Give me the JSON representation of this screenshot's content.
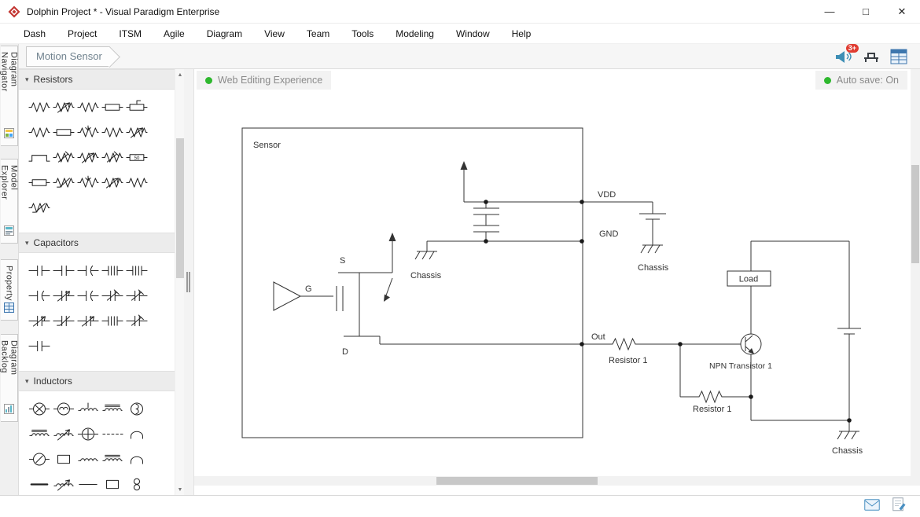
{
  "window": {
    "title": "Dolphin Project * - Visual Paradigm Enterprise",
    "controls": {
      "minimize": "—",
      "maximize": "□",
      "close": "✕"
    }
  },
  "menu": {
    "items": [
      "Dash",
      "Project",
      "ITSM",
      "Agile",
      "Diagram",
      "View",
      "Team",
      "Tools",
      "Modeling",
      "Window",
      "Help"
    ]
  },
  "breadcrumb": {
    "active_tab": "Motion Sensor"
  },
  "header_icons": {
    "announcement_badge": "3+"
  },
  "dock_tabs": [
    {
      "label": "Diagram Navigator"
    },
    {
      "label": "Model Explorer"
    },
    {
      "label": "Property"
    },
    {
      "label": "Diagram Backlog"
    }
  ],
  "palette": {
    "sections": [
      {
        "label": "Resistors",
        "icons": [
          "resistor",
          "resistor-variable",
          "resistor-low-value",
          "resistor-box",
          "resistor-box-tapped",
          "resistor-wirewound",
          "resistor-box-2",
          "resistor-potentiometer",
          "resistor-general-2",
          "resistor-variable-2",
          "resistor-shunt",
          "resistor-preset",
          "resistor-adjustable",
          "resistor-trimmer",
          "resistor-box-50",
          "resistor-box-3",
          "resistor-thermistor",
          "resistor-tapped",
          "resistor-variable-3",
          "resistor-wirewound-2",
          "resistor-thermistor-2"
        ]
      },
      {
        "label": "Capacitors",
        "icons": [
          "capacitor",
          "capacitor-2",
          "capacitor-polarized",
          "capacitor-multiplate",
          "capacitor-feedthrough",
          "capacitor-electrolytic",
          "capacitor-variable",
          "capacitor-polarized-2",
          "capacitor-trimmer-vertical",
          "capacitor-trimmer",
          "capacitor-variable-2",
          "capacitor-temperature",
          "capacitor-differential",
          "capacitor-split",
          "capacitor-preset",
          "capacitor-small"
        ]
      },
      {
        "label": "Inductors",
        "icons": [
          "inductor-circled-cross",
          "inductor-circled-coil",
          "inductor-tapped",
          "inductor-iron-core",
          "inductor-circled-vertical",
          "inductor-core-2",
          "inductor-variable",
          "inductor-circled-plus",
          "inductor-dashed",
          "inductor-half-turn",
          "inductor-circled-slash",
          "inductor-frame",
          "inductor-coil",
          "inductor-powder-core",
          "inductor-half-turn-2",
          "inductor-bar",
          "inductor-variable-2",
          "inductor-line",
          "inductor-frame-2",
          "inductor-coupled"
        ]
      }
    ]
  },
  "canvas": {
    "web_editing_badge": "Web Editing Experience",
    "autosave_badge": "Auto save: On",
    "diagram": {
      "sensor": "Sensor",
      "gate": "G",
      "source": "S",
      "drain": "D",
      "vdd": "VDD",
      "gnd": "GND",
      "out": "Out",
      "chassis_left": "Chassis",
      "chassis_top": "Chassis",
      "chassis_right": "Chassis",
      "resistor_out": "Resistor 1",
      "resistor_feedback": "Resistor 1",
      "transistor": "NPN Transistor 1",
      "load": "Load"
    }
  },
  "status_colors": {
    "online_green": "#2eb82e",
    "alert_red": "#e03c31",
    "brand_red": "#c23531",
    "accent_blue": "#3d8eb5"
  }
}
